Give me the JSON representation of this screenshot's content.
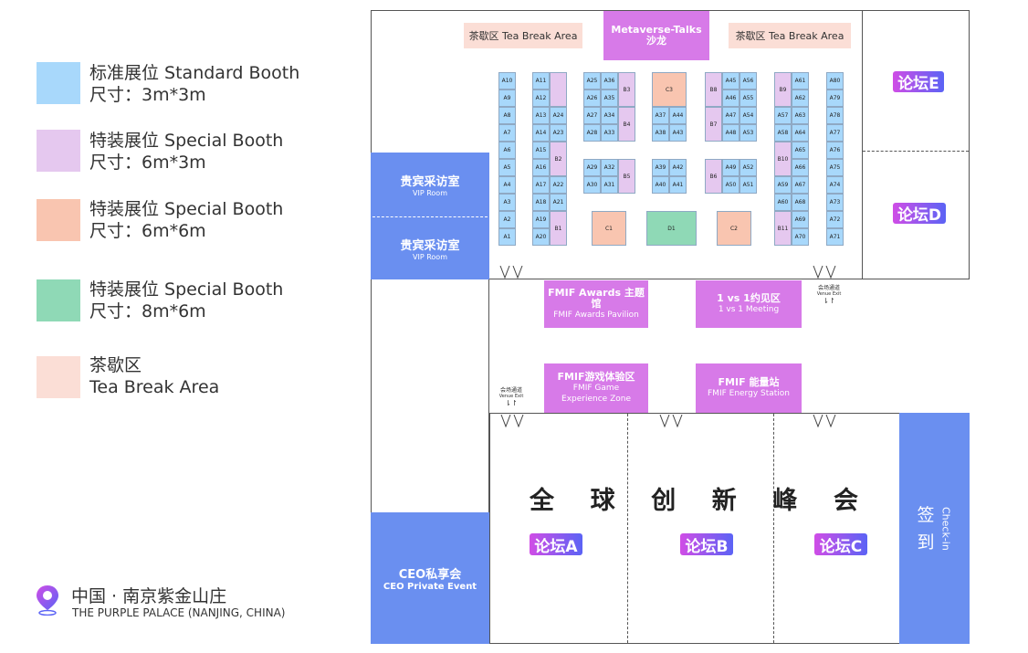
{
  "legend": [
    {
      "line1": "标准展位 Standard Booth",
      "line2": "尺寸：3m*3m",
      "color": "#a8d8fb"
    },
    {
      "line1": "特装展位 Special Booth",
      "line2": "尺寸：6m*3m",
      "color": "#e5c8ef"
    },
    {
      "line1": "特装展位 Special Booth",
      "line2": "尺寸：6m*6m",
      "color": "#f9c5b0"
    },
    {
      "line1": "特装展位 Special Booth",
      "line2": "尺寸：8m*6m",
      "color": "#8fd9b6"
    },
    {
      "line1": "茶歇区",
      "line2": "Tea Break Area",
      "color": "#fbded6"
    }
  ],
  "location": {
    "cn": "中国 · 南京紫金山庄",
    "en": "THE PURPLE PALACE (NANJING, CHINA)"
  },
  "areas": {
    "tea_left": "茶歇区 Tea Break Area",
    "tea_right": "茶歇区 Tea Break Area",
    "metaverse_en": "Metaverse-Talks",
    "metaverse_cn": "沙龙",
    "vip1_cn": "贵宾采访室",
    "vip1_en": "VIP Room",
    "vip2_cn": "贵宾采访室",
    "vip2_en": "VIP Room",
    "awards_cn": "FMIF Awards 主题馆",
    "awards_en": "FMIF Awards Pavilion",
    "meeting_cn": "1 vs 1约见区",
    "meeting_en": "1 vs 1 Meeting",
    "game_cn": "FMIF游戏体验区",
    "game_en1": "FMIF Game",
    "game_en2": "Experience Zone",
    "energy_cn": "FMIF 能量站",
    "energy_en": "FMIF Energy Station",
    "ceo_cn": "CEO私享会",
    "ceo_en": "CEO Private Event",
    "summit": [
      "全",
      "球",
      "创",
      "新",
      "峰",
      "会"
    ],
    "checkin_cn1": "签",
    "checkin_cn2": "到",
    "checkin_en": "Check-in",
    "exit_cn": "会场通道",
    "exit_en": "Venue Exit",
    "exit_arrow": "⇂↾"
  },
  "forums": {
    "A": "论坛A",
    "B": "论坛B",
    "C": "论坛C",
    "D": "论坛D",
    "E": "论坛E"
  },
  "booths": {
    "colA": [
      "A10",
      "A9",
      "A8",
      "A7",
      "A6",
      "A5",
      "A4",
      "A3",
      "A2",
      "A1"
    ],
    "colB": [
      "A11",
      "A12",
      "A13",
      "A14",
      "A15",
      "A16",
      "A17",
      "A18",
      "A19",
      "A20"
    ],
    "colC": [
      "A24",
      "A23",
      "A22",
      "A21"
    ],
    "b2": "B2",
    "b1": "B1",
    "g1": [
      "A25",
      "A36",
      "A26",
      "A35",
      "A27",
      "A34",
      "A28",
      "A33"
    ],
    "b3": "B3",
    "b4": "B4",
    "c3": "C3",
    "g2": [
      "A37",
      "A44",
      "A38",
      "A43"
    ],
    "g3": [
      "A29",
      "A32",
      "A30",
      "A31"
    ],
    "b5": "B5",
    "g4": [
      "A39",
      "A42",
      "A40",
      "A41"
    ],
    "b8": "B8",
    "b7": "B7",
    "b6": "B6",
    "g5": [
      "A45",
      "A56",
      "A46",
      "A55",
      "A47",
      "A54",
      "A48",
      "A53"
    ],
    "g6": [
      "A49",
      "A52",
      "A50",
      "A51"
    ],
    "b9": "B9",
    "b10": "B10",
    "b11": "B11",
    "colR1": [
      "A61",
      "A62",
      "A63",
      "A64",
      "A65",
      "A66",
      "A67",
      "A68",
      "A69",
      "A70"
    ],
    "colL1": [
      "A57",
      "A58",
      "A59",
      "A60"
    ],
    "colR2": [
      "A80",
      "A79",
      "A78",
      "A77",
      "A76",
      "A75",
      "A74",
      "A73",
      "A72",
      "A71"
    ],
    "c1": "C1",
    "d1": "D1",
    "c2": "C2"
  }
}
